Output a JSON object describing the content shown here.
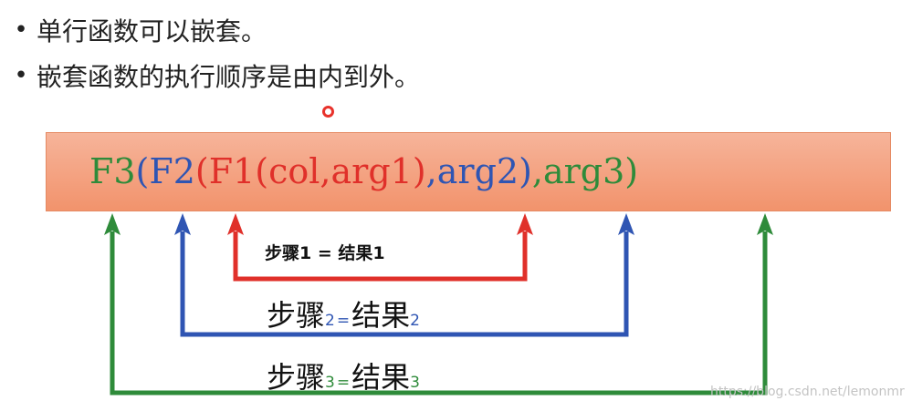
{
  "bullets": [
    {
      "symbol": "•",
      "text": "单行函数可以嵌套。"
    },
    {
      "symbol": "•",
      "text": "嵌套函数的执行顺序是由内到外。"
    }
  ],
  "formula": {
    "f3": "F3",
    "open3": "(",
    "f2": "F2",
    "open2": "(",
    "f1": "F1",
    "inner": "(col,arg1)",
    "arg2": ",arg2)",
    "arg3": ",arg3)"
  },
  "steps": {
    "step1": "步骤1 = 结果1",
    "step2": {
      "a": "步骤",
      "sub_a": "2",
      "eq": "=",
      "b": "结果",
      "sub_b": "2"
    },
    "step3": {
      "a": "步骤",
      "sub_a": "3",
      "eq": "=",
      "b": "结果",
      "sub_b": "3"
    }
  },
  "colors": {
    "red": "#e0302a",
    "blue": "#2f55b3",
    "green": "#2e8b3a",
    "box": "#f4a07f"
  },
  "watermark": "https://blog.csdn.net/lemonmr"
}
